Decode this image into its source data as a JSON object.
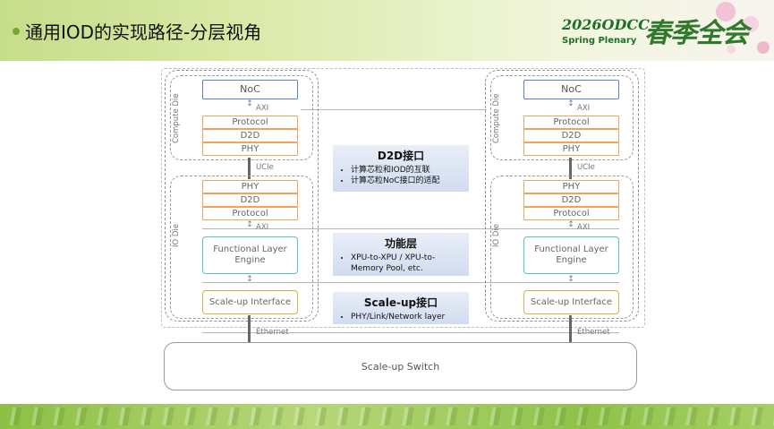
{
  "header": {
    "title": "通用IOD的实现路径-分层视角",
    "logo_code": "2026ODCC",
    "logo_sub": "Spring Plenary",
    "logo_cn": "春季全会"
  },
  "diagram": {
    "compute_die_label": "Compute Die",
    "io_die_label": "IO Die",
    "noc": "NoC",
    "axi": "AXI",
    "protocol": "Protocol",
    "d2d": "D2D",
    "phy": "PHY",
    "ucie": "UCIe",
    "functional_layer_engine": "Functional Layer Engine",
    "scale_up_interface": "Scale-up Interface",
    "ethernet": "Ethernet",
    "scale_up_switch": "Scale-up Switch"
  },
  "panels": [
    {
      "title": "D2D接口",
      "bullets": [
        "计算芯粒和IOD的互联",
        "计算芯粒NoC接口的适配"
      ]
    },
    {
      "title": "功能层",
      "bullets": [
        "XPU-to-XPU / XPU-to-Memory Pool, etc."
      ]
    },
    {
      "title": "Scale-up接口",
      "bullets": [
        "PHY/Link/Network layer"
      ]
    }
  ]
}
